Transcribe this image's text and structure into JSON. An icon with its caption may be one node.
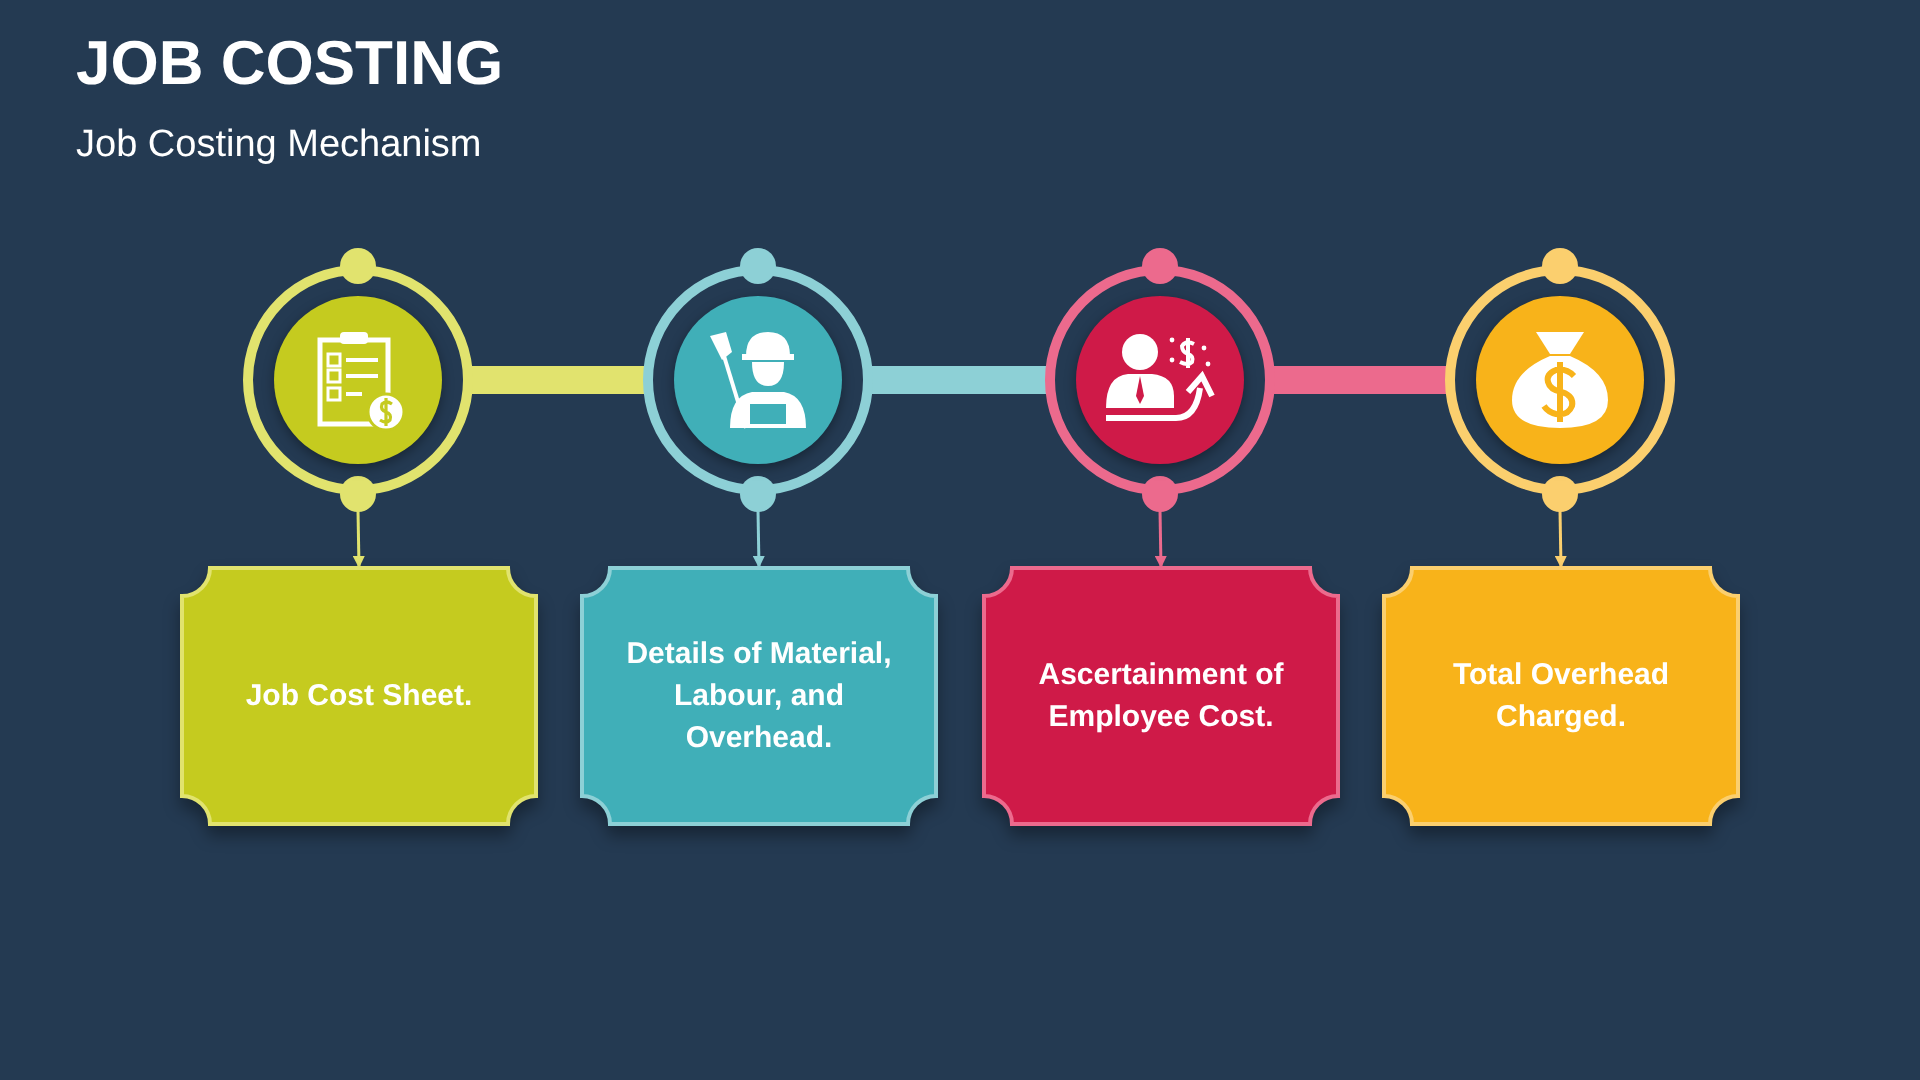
{
  "diagram": {
    "title": "JOB COSTING",
    "caption": "Job Costing Mechanism",
    "nodes": [
      {
        "text": [],
        "shape": "circle"
      },
      {
        "text": [],
        "shape": "circle"
      },
      {
        "text": [],
        "shape": "circle"
      },
      {
        "text": [],
        "shape": "circle"
      },
      {
        "text": [
          "Job Cost Sheet."
        ]
      },
      {
        "text": [
          "Details of Material, Labour, and Overhead."
        ]
      },
      {
        "text": [
          "Ascertainment of Employee Cost."
        ]
      },
      {
        "text": [
          "Total Overhead Charged."
        ]
      }
    ],
    "edges": [
      {
        "from": 0,
        "to": 1,
        "arrow": "none",
        "style": "thick",
        "color": "#e1e36e"
      },
      {
        "from": 1,
        "to": 2,
        "arrow": "none",
        "style": "thick",
        "color": "#8dd0d6"
      },
      {
        "from": 2,
        "to": 3,
        "arrow": "none",
        "style": "thick",
        "color": "#ec6a8d"
      },
      {
        "from": 0,
        "to": 4,
        "arrow": "to",
        "color": "#e1e36e"
      },
      {
        "from": 1,
        "to": 5,
        "arrow": "to",
        "color": "#8dd0d6"
      },
      {
        "from": 2,
        "to": 6,
        "arrow": "to",
        "color": "#ec6a8d"
      },
      {
        "from": 3,
        "to": 7,
        "arrow": "to",
        "color": "#fbcf6e"
      }
    ]
  }
}
